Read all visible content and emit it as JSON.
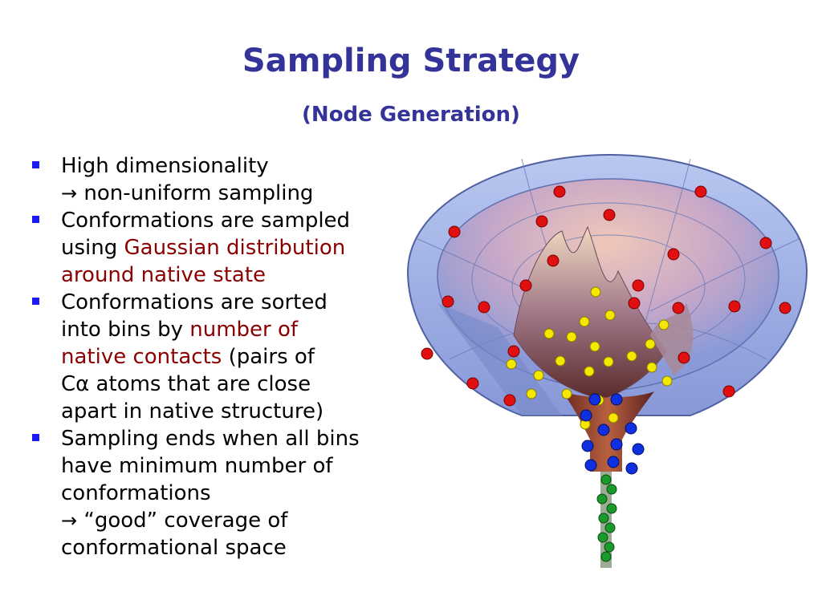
{
  "slide": {
    "title": "Sampling Strategy",
    "subtitle": "(Node Generation)"
  },
  "bullets": [
    {
      "l1": "High dimensionality",
      "arrow": "→",
      "l2": " non-uniform sampling"
    },
    {
      "l1": "Conformations are sampled",
      "l2a": "using ",
      "hl1": "Gaussian distribution",
      "hl2": "around native state"
    },
    {
      "l1": "Conformations are sorted",
      "l2a": "into bins by ",
      "hl1": "number of",
      "hl2": "native contacts",
      "l3b": " (pairs of",
      "l4a": "C",
      "alpha": "α",
      "l4b": " atoms that are close",
      "l5": "apart in native structure)"
    },
    {
      "l1": "Sampling ends when all bins",
      "l2": "have minimum number of",
      "l3": "conformations",
      "arrow": "→",
      "l4": " “good” coverage of",
      "l5": "conformational space"
    }
  ],
  "colors": {
    "title": "#333399",
    "highlight": "#8b0000",
    "bullet": "#1a1aff",
    "node_red": "#e01010",
    "node_yellow": "#f5e800",
    "node_blue": "#1030e0",
    "node_green": "#1a9a2a"
  },
  "figure": {
    "icon": "energy-landscape-funnel"
  }
}
